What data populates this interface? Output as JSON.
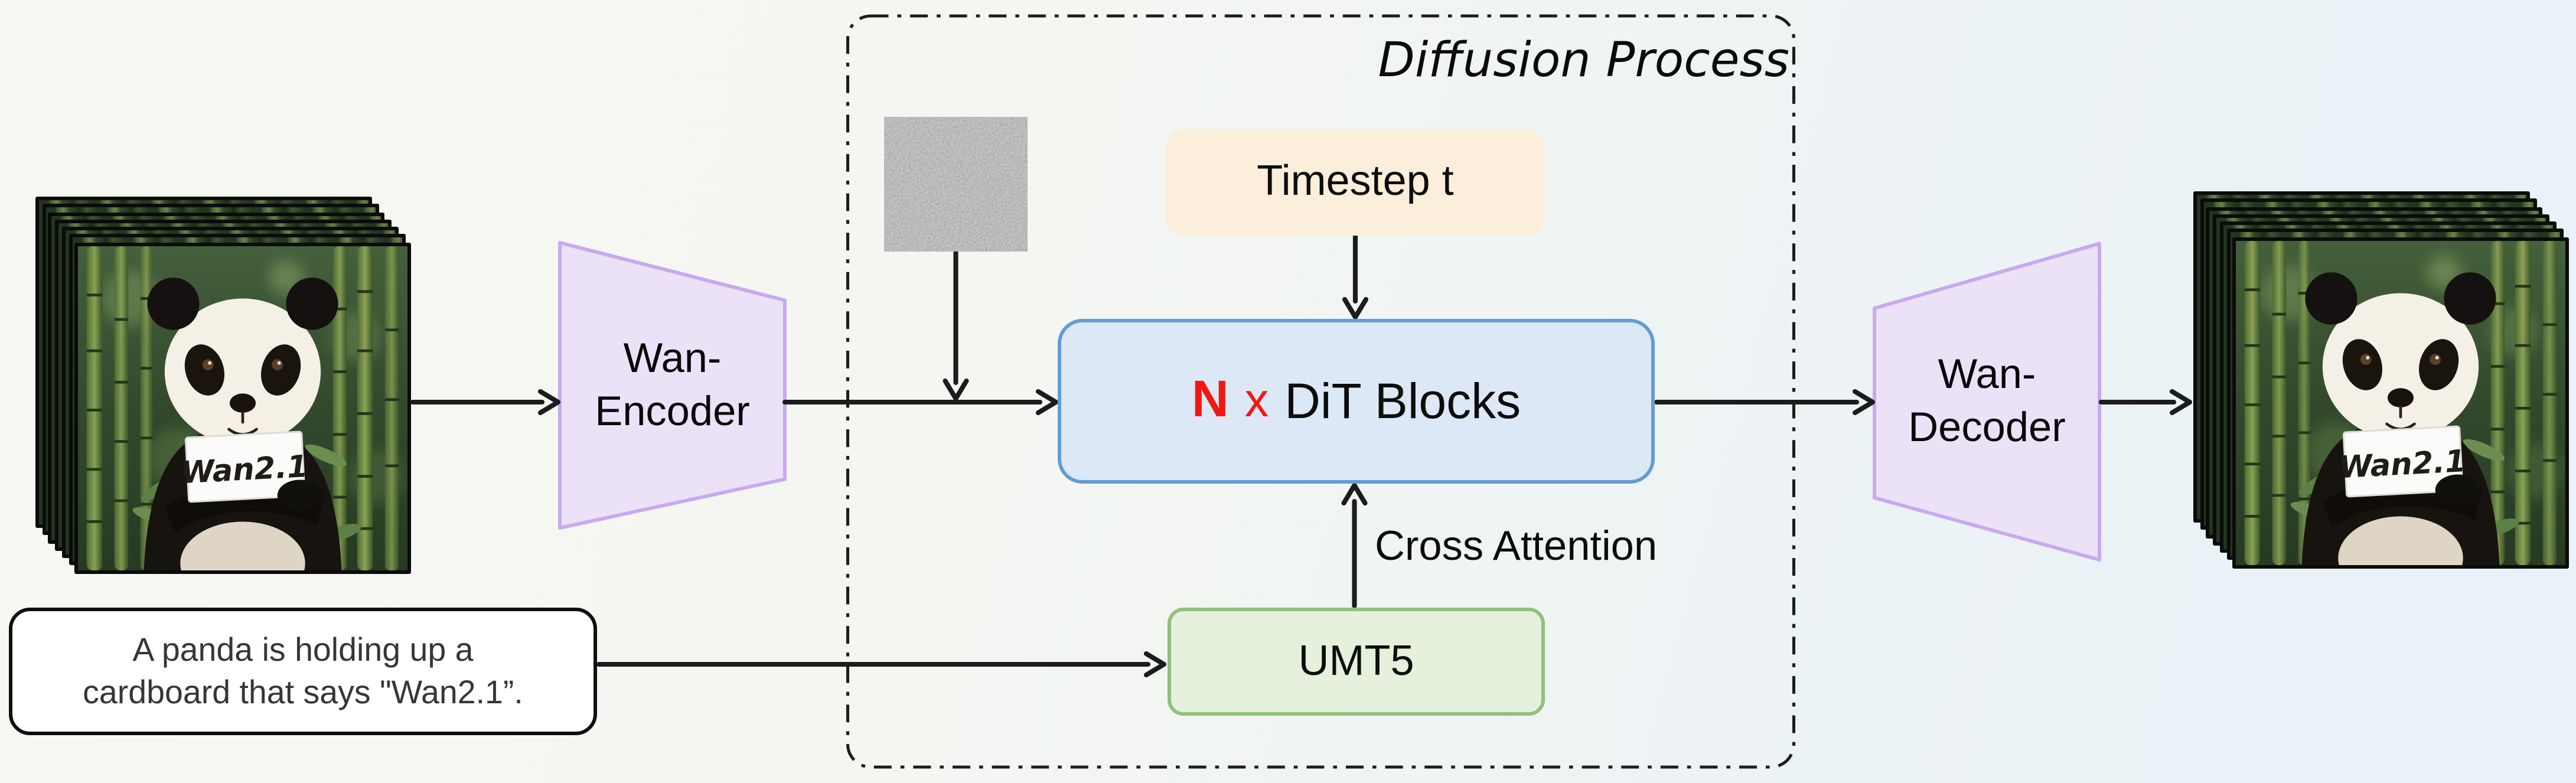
{
  "diagram_title": "Diffusion Process",
  "nodes": {
    "input_frames": {
      "icon": "stacked-video-frames",
      "sign_text": "Wan2.1"
    },
    "encoder": {
      "label_line1": "Wan-",
      "label_line2": "Encoder"
    },
    "noise": {
      "icon": "gaussian-noise-patch"
    },
    "timestep": {
      "label": "Timestep t"
    },
    "dit": {
      "count_symbol": "N",
      "times_symbol": "x",
      "label": "DiT Blocks"
    },
    "umt5": {
      "label": "UMT5"
    },
    "decoder": {
      "label_line1": "Wan-",
      "label_line2": "Decoder"
    },
    "output_frames": {
      "icon": "stacked-video-frames"
    },
    "prompt": {
      "line1": "A panda is holding up a",
      "line2": "cardboard that says \"Wan2.1”."
    }
  },
  "edges": {
    "cross_attention_label": "Cross Attention"
  },
  "colors": {
    "bg_left": "#f7f8f2",
    "bg_right": "#e8f2f8",
    "box_timestep_fill": "#fbeedb",
    "box_dit_fill": "#dce8f6",
    "box_dit_border": "#649cd4",
    "box_umt5_fill": "#e5f0dd",
    "box_umt5_border": "#93bf7c",
    "vae_fill": "#ebe2f8",
    "vae_border": "#c8a9ee",
    "n_accent": "#f21811",
    "arrow": "#1c1c1c"
  }
}
